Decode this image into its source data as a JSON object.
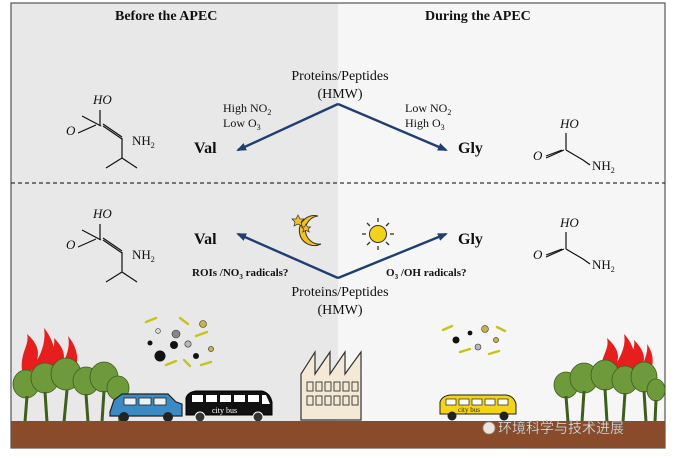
{
  "headers": {
    "before": "Before the APEC",
    "during": "During the APEC"
  },
  "top": {
    "protein_line1": "Proteins/Peptides",
    "protein_line2": "(HMW)",
    "left_condition_1": "High NO",
    "left_condition_1_sub": "2",
    "left_condition_2": "Low O",
    "left_condition_2_sub": "3",
    "right_condition_1": "Low NO",
    "right_condition_1_sub": "2",
    "right_condition_2": "High O",
    "right_condition_2_sub": "3",
    "val_label": "Val",
    "gly_label": "Gly"
  },
  "bottom": {
    "protein_line1": "Proteins/Peptides",
    "protein_line2": "(HMW)",
    "val_label": "Val",
    "gly_label": "Gly",
    "left_radicals": "ROIs /NO",
    "left_radicals_sub": "3",
    "left_radicals_tail": " radicals?",
    "right_radicals_head": "O",
    "right_radicals_sub": "3",
    "right_radicals_tail": " /OH radicals?"
  },
  "molecules": {
    "ho": "HO",
    "o": "O",
    "nh": "NH",
    "nh_sub": "2"
  },
  "vehicles": {
    "bus_label": "city bus",
    "small_bus_label": "city bus"
  },
  "watermark": "环境科学与技术进展",
  "colors": {
    "left_panel": "#e9e9e9",
    "right_panel": "#f7f7f7",
    "arrow": "#1f3f73",
    "ground": "#8a4b2a",
    "fire": "#e61e1e",
    "tree": "#6e9a3c"
  }
}
